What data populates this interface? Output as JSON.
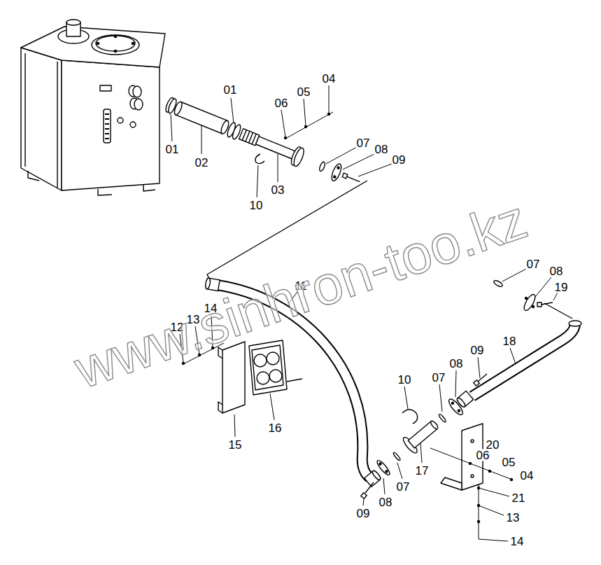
{
  "diagram": {
    "labels": [
      "01",
      "01",
      "02",
      "06",
      "05",
      "04",
      "07",
      "08",
      "09",
      "10",
      "03",
      "11",
      "07",
      "08",
      "19",
      "12",
      "13",
      "14",
      "18",
      "10",
      "07",
      "08",
      "09",
      "15",
      "16",
      "17",
      "20",
      "06",
      "05",
      "04",
      "21",
      "13",
      "14",
      "09",
      "08",
      "07",
      "www.sinhron-too.kz"
    ]
  }
}
